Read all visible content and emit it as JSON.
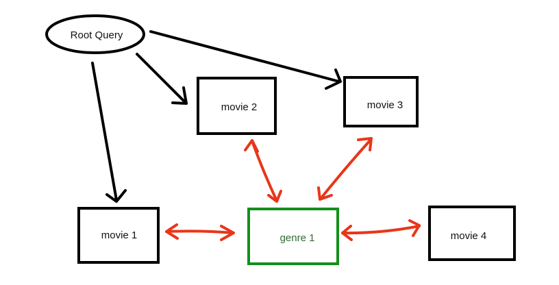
{
  "colors": {
    "background": "#ffffff",
    "node_stroke": "#000000",
    "genre_stroke": "#12901a",
    "genre_text": "#2f6b2f",
    "root_arrow": "#000000",
    "relation_arrow": "#e8361a"
  },
  "nodes": {
    "root": {
      "label": "Root Query",
      "shape": "ellipse"
    },
    "movie1": {
      "label": "movie 1",
      "shape": "rectangle"
    },
    "movie2": {
      "label": "movie 2",
      "shape": "rectangle"
    },
    "movie3": {
      "label": "movie 3",
      "shape": "rectangle"
    },
    "movie4": {
      "label": "movie 4",
      "shape": "rectangle"
    },
    "genre1": {
      "label": "genre 1",
      "shape": "rectangle"
    }
  },
  "edges": [
    {
      "from": "Root Query",
      "to": "movie 1",
      "direction": "one-way"
    },
    {
      "from": "Root Query",
      "to": "movie 2",
      "direction": "one-way"
    },
    {
      "from": "Root Query",
      "to": "movie 3",
      "direction": "one-way"
    },
    {
      "from": "genre 1",
      "to": "movie 1",
      "direction": "two-way"
    },
    {
      "from": "genre 1",
      "to": "movie 2",
      "direction": "two-way"
    },
    {
      "from": "genre 1",
      "to": "movie 3",
      "direction": "two-way"
    },
    {
      "from": "genre 1",
      "to": "movie 4",
      "direction": "two-way"
    }
  ]
}
